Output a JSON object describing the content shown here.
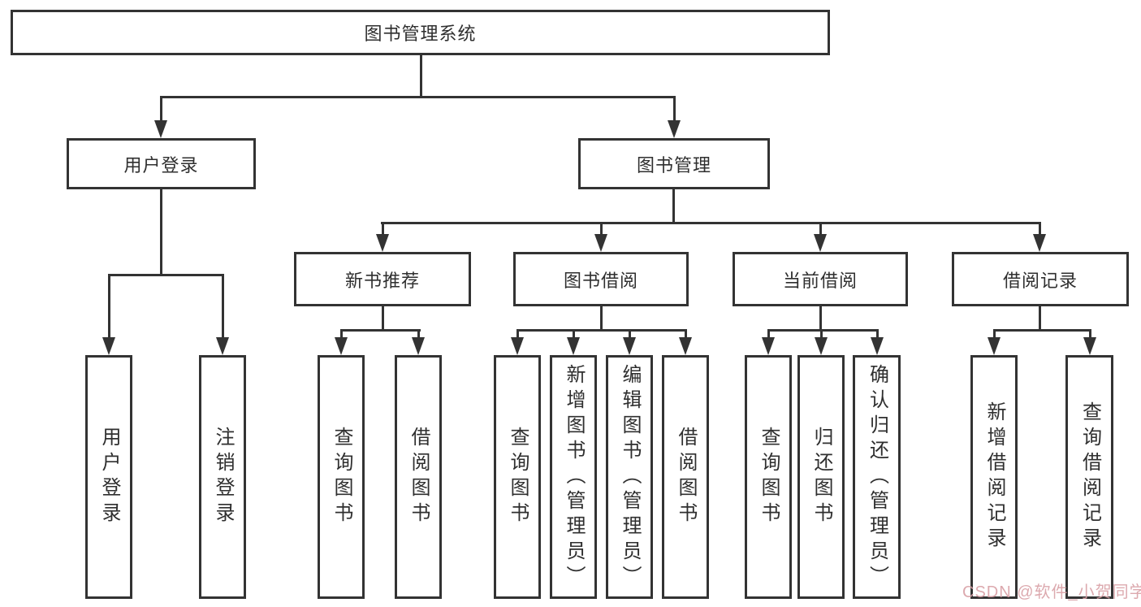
{
  "tree": {
    "root": {
      "label": "图书管理系统",
      "children": [
        {
          "label": "用户登录",
          "children": [
            {
              "label": "用户登录"
            },
            {
              "label": "注销登录"
            }
          ]
        },
        {
          "label": "图书管理",
          "children": [
            {
              "label": "新书推荐",
              "children": [
                {
                  "label": "查询图书"
                },
                {
                  "label": "借阅图书"
                }
              ]
            },
            {
              "label": "图书借阅",
              "children": [
                {
                  "label": "查询图书"
                },
                {
                  "label": "新增图书（管理员）"
                },
                {
                  "label": "编辑图书（管理员）"
                },
                {
                  "label": "借阅图书"
                }
              ]
            },
            {
              "label": "当前借阅",
              "children": [
                {
                  "label": "查询图书"
                },
                {
                  "label": "归还图书"
                },
                {
                  "label": "确认归还（管理员）"
                }
              ]
            },
            {
              "label": "借阅记录",
              "children": [
                {
                  "label": "新增借阅记录"
                },
                {
                  "label": "查询借阅记录"
                }
              ]
            }
          ]
        }
      ]
    }
  },
  "watermark": {
    "text": "CSDN @软件_小贺同学"
  },
  "colors": {
    "line": "#333333",
    "text": "#2f2f2f",
    "background": "#ffffff",
    "watermark": "#d9a0a6"
  }
}
